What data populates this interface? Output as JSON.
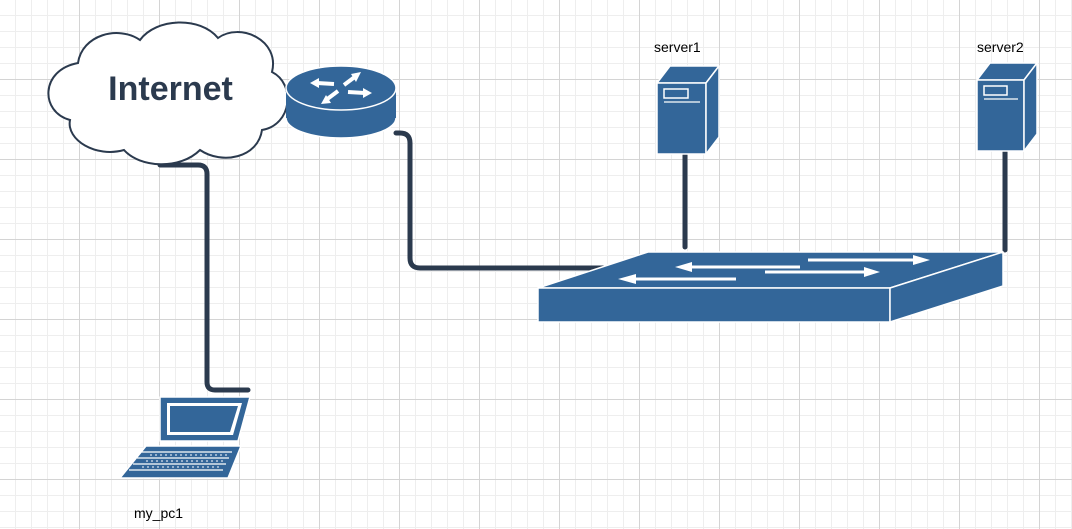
{
  "colors": {
    "device": "#336699",
    "cable": "#2b3a4e",
    "cloud_stroke": "#2b3a4e",
    "cloud_fill": "#ffffff",
    "grid_major": "#d4d4d4",
    "grid_minor": "#eeeeee"
  },
  "nodes": {
    "internet": {
      "label": "Internet",
      "icon": "cloud-icon"
    },
    "router": {
      "label": "",
      "icon": "router-icon"
    },
    "switch": {
      "label": "",
      "icon": "switch-icon"
    },
    "server1": {
      "label": "server1",
      "icon": "server-icon"
    },
    "server2": {
      "label": "server2",
      "icon": "server-icon"
    },
    "my_pc1": {
      "label": "my_pc1",
      "icon": "laptop-icon"
    }
  },
  "links": [
    {
      "from": "internet",
      "to": "my_pc1"
    },
    {
      "from": "router",
      "to": "switch"
    },
    {
      "from": "server1",
      "to": "switch"
    },
    {
      "from": "server2",
      "to": "switch"
    }
  ]
}
